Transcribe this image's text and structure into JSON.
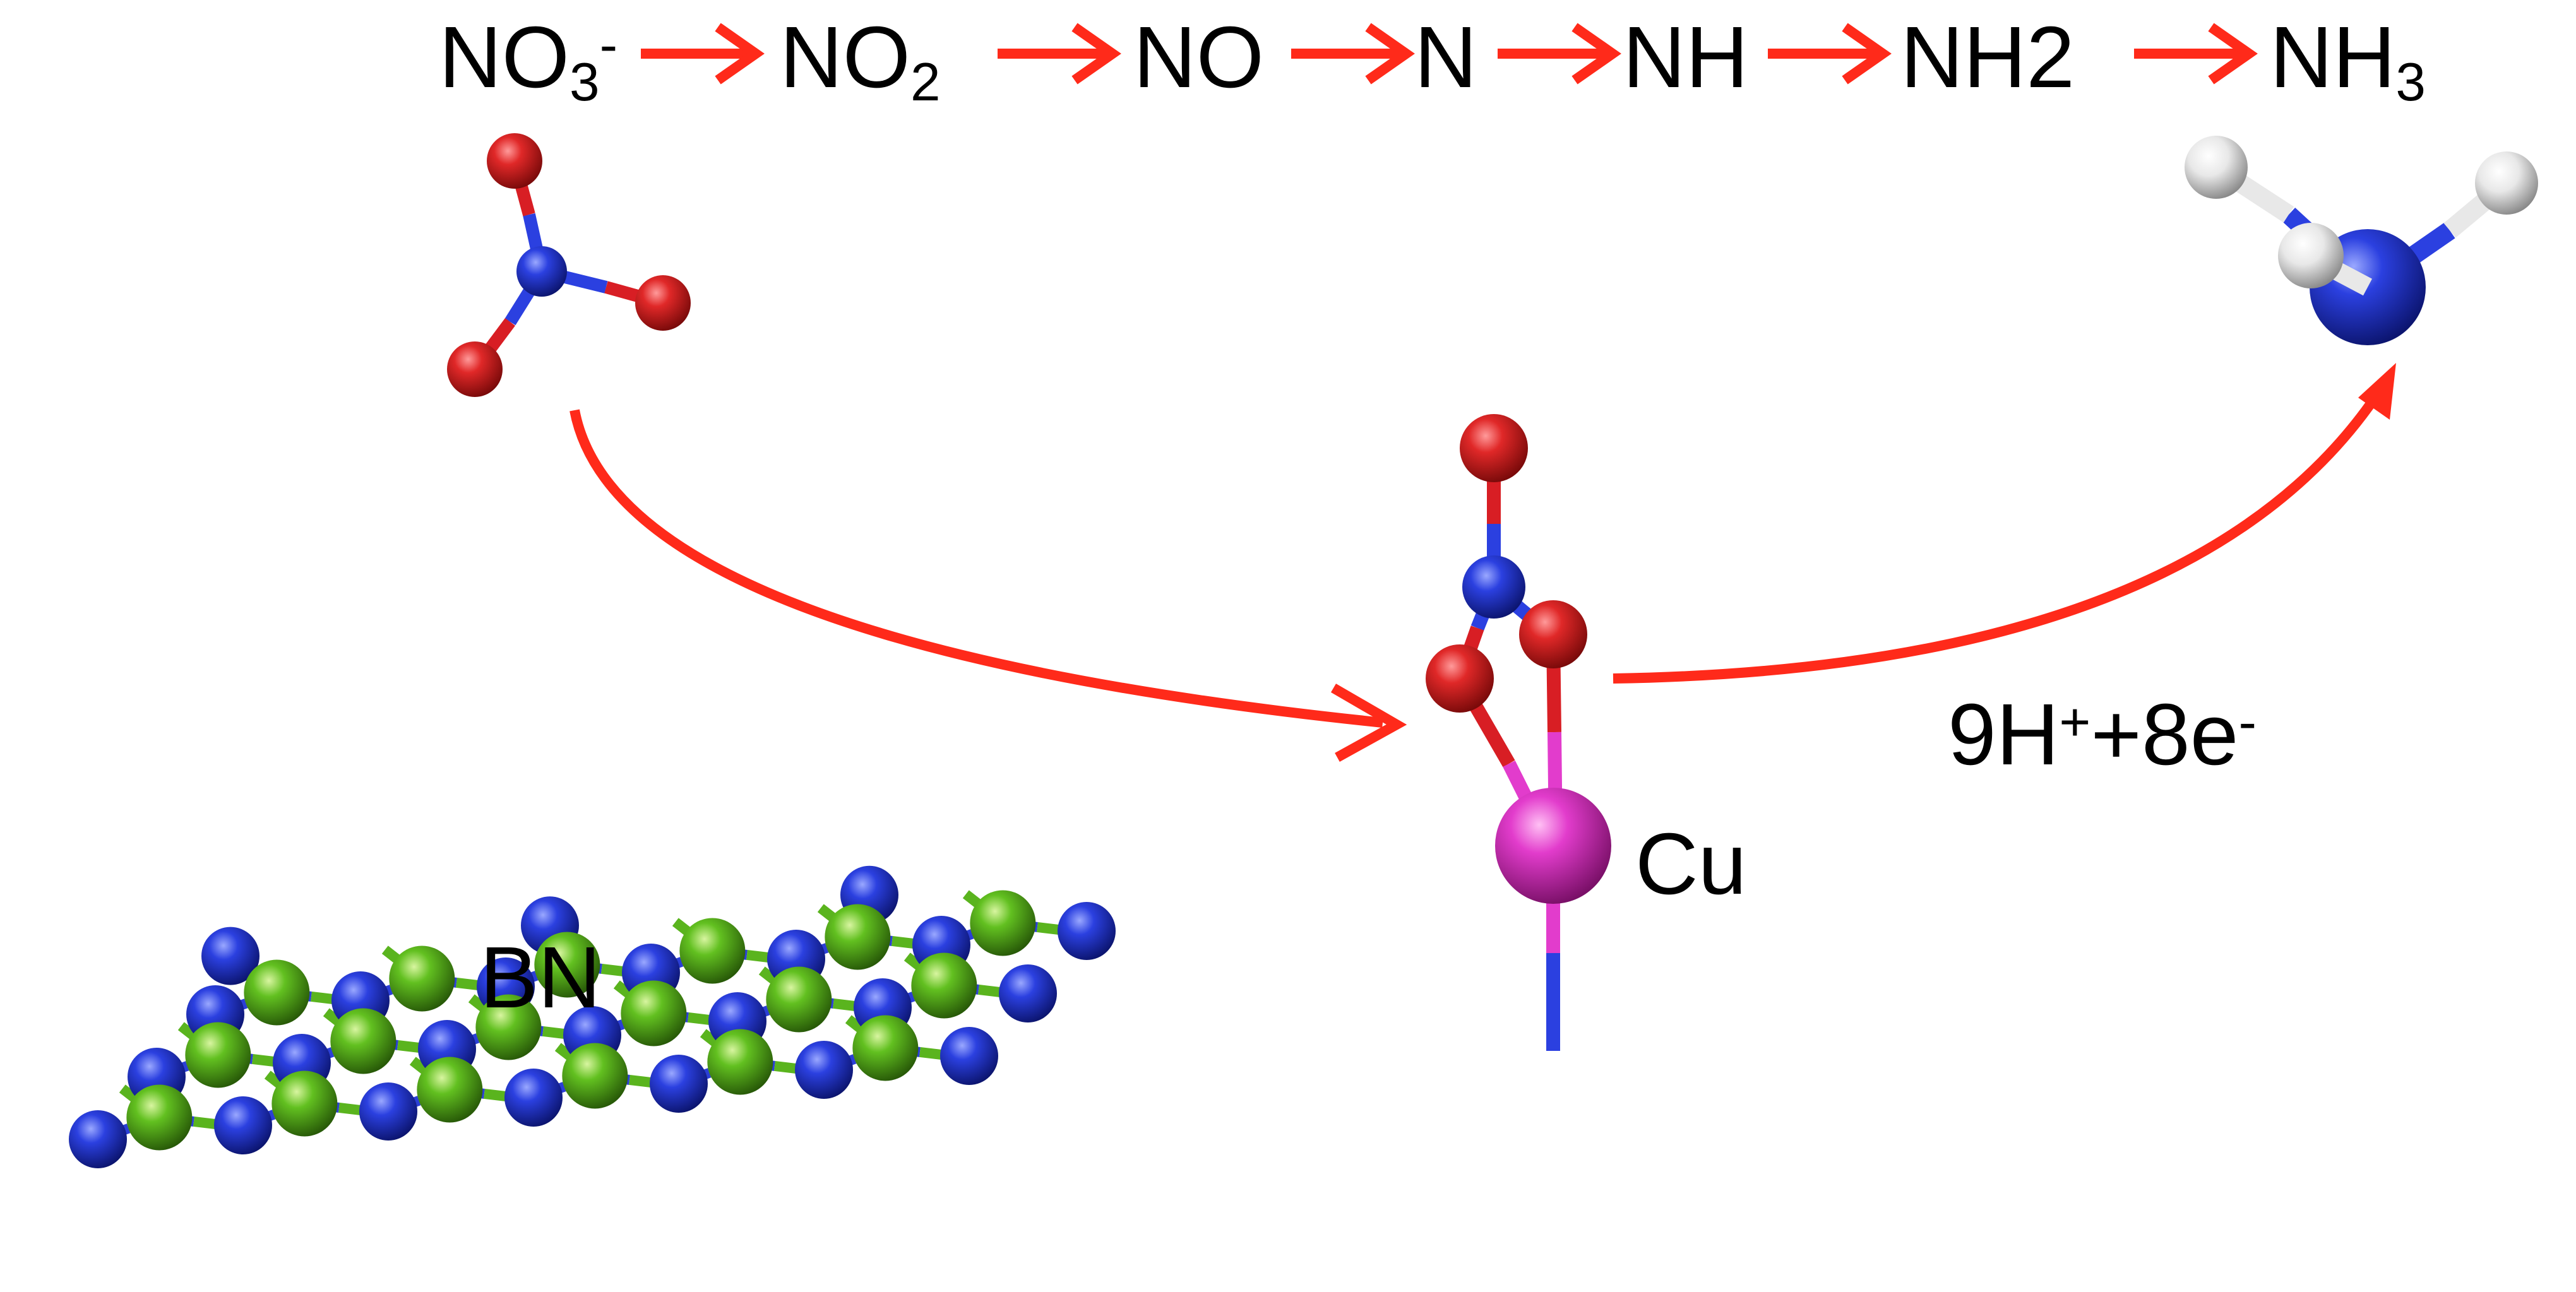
{
  "pathway": {
    "steps": [
      {
        "base": "NO",
        "sub": "3",
        "sup": "-"
      },
      {
        "base": "NO",
        "sub": "2",
        "sup": ""
      },
      {
        "base": "NO",
        "sub": "",
        "sup": ""
      },
      {
        "base": "N",
        "sub": "",
        "sup": ""
      },
      {
        "base": "NH",
        "sub": "",
        "sup": ""
      },
      {
        "base": "NH2",
        "sub": "",
        "sup": ""
      },
      {
        "base": "NH",
        "sub": "3",
        "sup": ""
      }
    ]
  },
  "labels": {
    "reagents": {
      "a": "9H",
      "a_sup": "+",
      "b": "+8e",
      "b_sup": "-"
    },
    "metal": "Cu",
    "substrate": "BN"
  },
  "colors": {
    "arrow": "#ff2a1a",
    "oxygen": "#d81e24",
    "nitrogen": "#2b3fd6",
    "boron": "#5ab41e",
    "copper": "#e040c8",
    "hydrogen": "#e6e6e6",
    "text": "#000000"
  }
}
